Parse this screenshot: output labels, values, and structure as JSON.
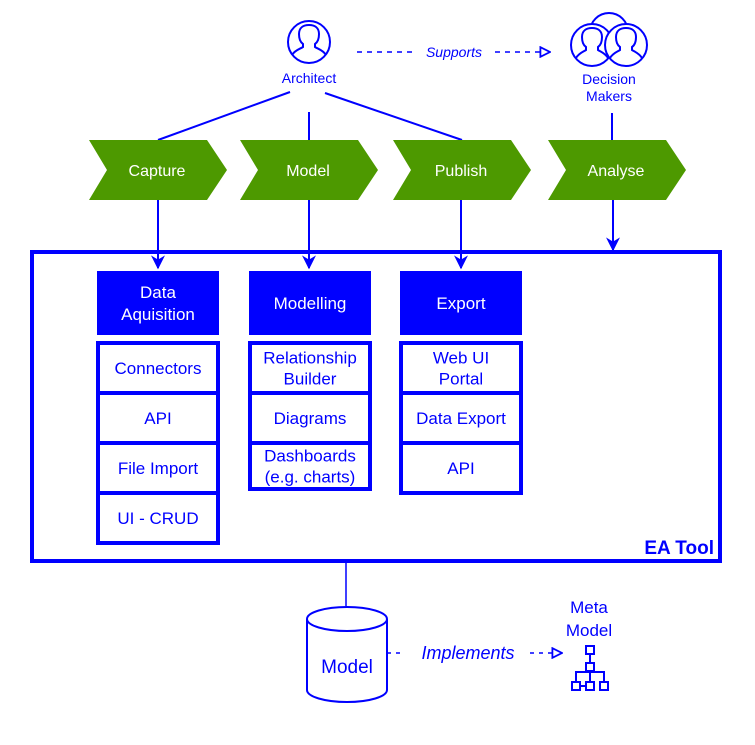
{
  "colors": {
    "accent_blue": "#0000ff",
    "stage_green": "#4d9900",
    "text_white": "#ffffff",
    "background": "#ffffff"
  },
  "actors": {
    "architect": {
      "label": "Architect",
      "icon": "user-icon"
    },
    "decision_makers": {
      "label_line1": "Decision",
      "label_line2": "Makers",
      "icon": "user-group-icon"
    }
  },
  "relations": {
    "supports": "Supports",
    "implements": "Implements"
  },
  "stages": [
    {
      "label": "Capture"
    },
    {
      "label": "Model"
    },
    {
      "label": "Publish"
    },
    {
      "label": "Analyse"
    }
  ],
  "ea_tool": {
    "label": "EA Tool",
    "modules": [
      {
        "title_lines": [
          "Data",
          "Aquisition"
        ],
        "items": [
          {
            "lines": [
              "Connectors"
            ]
          },
          {
            "lines": [
              "API"
            ]
          },
          {
            "lines": [
              "File Import"
            ]
          },
          {
            "lines": [
              "UI - CRUD"
            ]
          }
        ]
      },
      {
        "title_lines": [
          "Modelling"
        ],
        "items": [
          {
            "lines": [
              "Relationship",
              "Builder"
            ]
          },
          {
            "lines": [
              "Diagrams"
            ]
          },
          {
            "lines": [
              "Dashboards",
              "(e.g. charts)"
            ]
          }
        ]
      },
      {
        "title_lines": [
          "Export"
        ],
        "items": [
          {
            "lines": [
              "Web UI",
              "Portal"
            ]
          },
          {
            "lines": [
              "Data Export"
            ]
          },
          {
            "lines": [
              "API"
            ]
          }
        ]
      }
    ]
  },
  "storage": {
    "label": "Model",
    "icon": "database-cylinder-icon"
  },
  "meta_model": {
    "label_line1": "Meta",
    "label_line2": "Model",
    "icon": "hierarchy-icon"
  }
}
